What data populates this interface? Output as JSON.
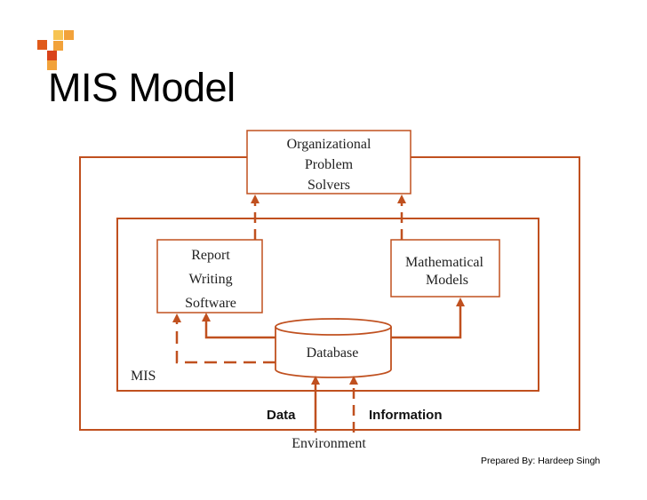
{
  "slide": {
    "title": "MIS Model",
    "credit": "Prepared By: Hardeep Singh"
  },
  "logo": {
    "colors": [
      "#e05a1a",
      "#f2a23a",
      "#f7c453",
      "#d9431a"
    ]
  },
  "diagram": {
    "accent_color": "#c0501f",
    "problem_solvers": [
      "Organizational",
      "Problem",
      "Solvers"
    ],
    "report_writing": [
      "Report",
      "Writing",
      "Software"
    ],
    "math_models": [
      "Mathematical",
      "Models"
    ],
    "database": "Database",
    "mis_label": "MIS",
    "environment_label": "Environment",
    "data_label": "Data",
    "information_label": "Information"
  }
}
